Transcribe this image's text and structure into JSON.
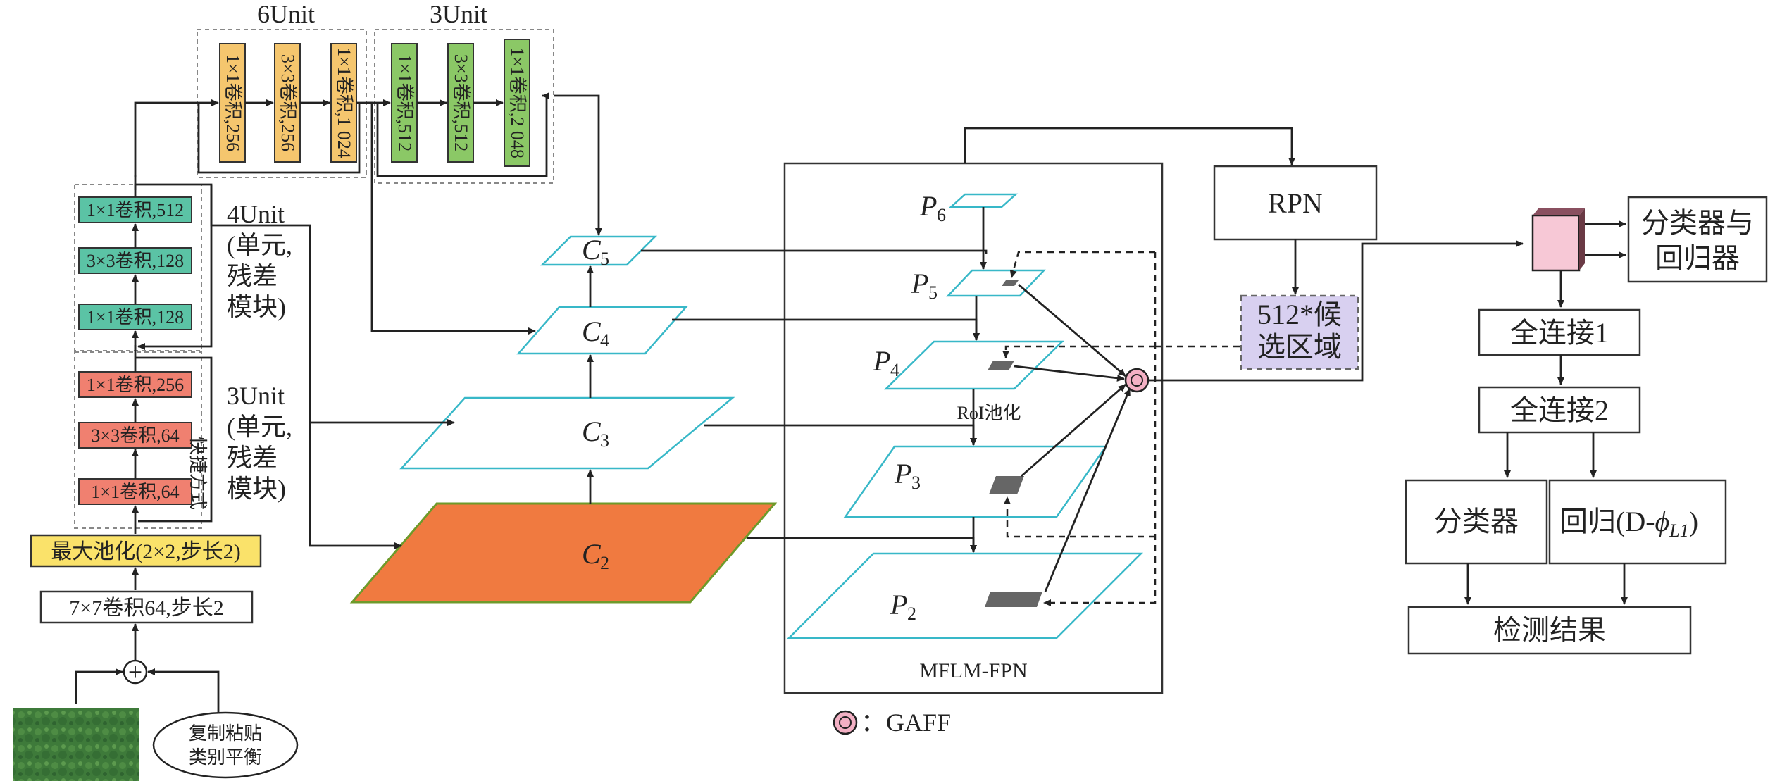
{
  "colors": {
    "yellow": "#FAE26A",
    "yellow_box": "#F5C66E",
    "green_box": "#8BC866",
    "teal_box": "#5BC3A5",
    "red_box": "#F08070",
    "orange_c2": "#F07A40",
    "olive_c2_edge": "#6E9A2A",
    "cyan": "#38B8C8",
    "purple": "#D8D0F0",
    "pink": "#F7C8D6",
    "gaff": "#F3B0C4"
  },
  "blocks": {
    "unit6_title": "6Unit",
    "unit3_top_title": "3Unit",
    "unit6": [
      "1×1卷积,256",
      "3×3卷积,256",
      "1×1卷积,1 024"
    ],
    "unit3_top": [
      "1×1卷积,512",
      "3×3卷积,512",
      "1×1卷积,2 048"
    ],
    "unit4": [
      "1×1卷积,512",
      "3×3卷积,128",
      "1×1卷积,128"
    ],
    "unit4_label": [
      "4Unit",
      "(单元,",
      "残差",
      "模块)"
    ],
    "unit3": [
      "1×1卷积,256",
      "3×3卷积,64",
      "1×1卷积,64"
    ],
    "unit3_label": [
      "3Unit",
      "(单元,",
      "残差",
      "模块)"
    ],
    "shortcut_label": "快捷方式",
    "maxpool": "最大池化(2×2,步长2)",
    "conv7": "7×7卷积64,步长2",
    "plus": "+",
    "aug": [
      "复制粘贴",
      "类别平衡"
    ]
  },
  "pyramid": {
    "c_main": "C",
    "c_subs": [
      "2",
      "3",
      "4",
      "5"
    ],
    "p_main": "P",
    "p_subs": [
      "2",
      "3",
      "4",
      "5",
      "6"
    ],
    "roi": "RoI池化",
    "fpn_name": "MFLM-FPN"
  },
  "head": {
    "rpn": "RPN",
    "proposals": [
      "512*候",
      "选区域"
    ],
    "cls_reg": [
      "分类器与",
      "回归器"
    ],
    "fc1": "全连接1",
    "fc2": "全连接2",
    "classifier": "分类器",
    "regression": "回归(D-",
    "phi": "ϕ",
    "phi_sub": "L1",
    "regression_close": ")",
    "result": "检测结果"
  },
  "legend": {
    "gaff": "：GAFF"
  }
}
